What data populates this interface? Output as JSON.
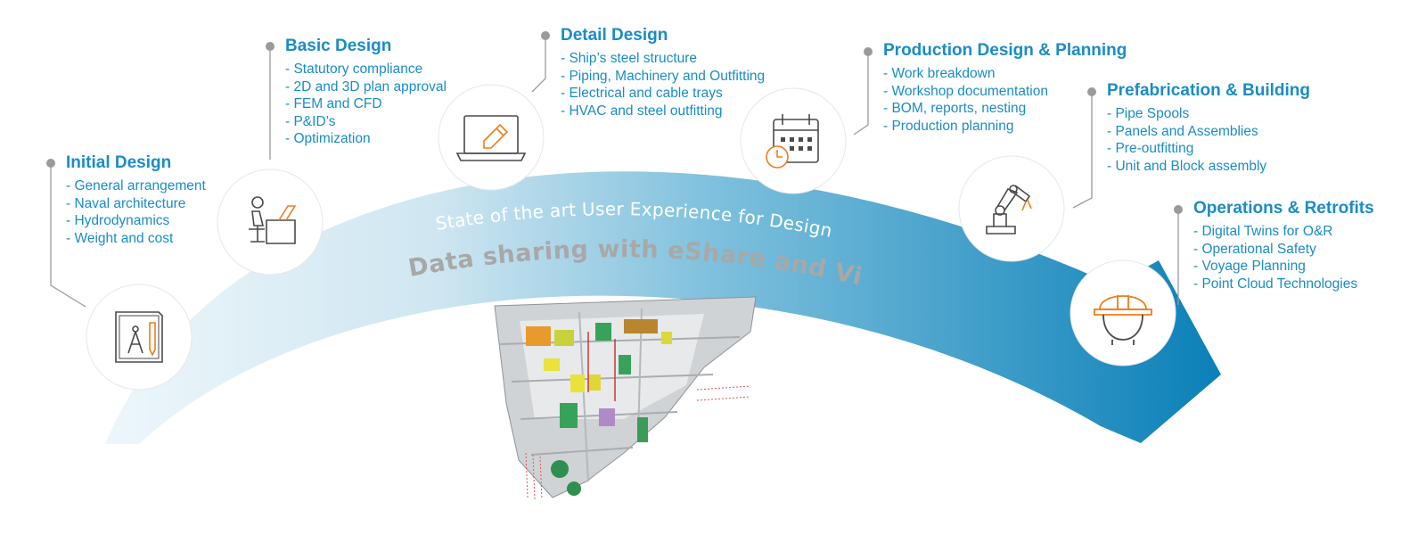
{
  "banner": {
    "tagline": "State of the art User Experience for Design",
    "subtitle": "Data sharing with eShare and Viewer"
  },
  "stages": [
    {
      "title": "Initial Design",
      "items": [
        "- General arrangement",
        "- Naval architecture",
        "- Hydrodynamics",
        "- Weight and cost"
      ],
      "icon": "blueprint-compass-icon"
    },
    {
      "title": "Basic Design",
      "items": [
        "- Statutory compliance",
        "- 2D and 3D plan approval",
        "- FEM and CFD",
        "- P&ID’s",
        "- Optimization"
      ],
      "icon": "designer-desk-icon"
    },
    {
      "title": "Detail Design",
      "items": [
        "- Ship’s steel structure",
        "- Piping, Machinery and Outfitting",
        "- Electrical and cable trays",
        "- HVAC and steel outfitting"
      ],
      "icon": "laptop-pencil-icon"
    },
    {
      "title": "Production Design & Planning",
      "items": [
        "- Work breakdown",
        "- Workshop documentation",
        "- BOM, reports, nesting",
        "- Production planning"
      ],
      "icon": "calendar-clock-icon"
    },
    {
      "title": "Prefabrication & Building",
      "items": [
        "- Pipe Spools",
        "- Panels and Assemblies",
        "- Pre-outfitting",
        "- Unit and Block assembly"
      ],
      "icon": "robot-arm-icon"
    },
    {
      "title": "Operations & Retrofits",
      "items": [
        "- Digital Twins for O&R",
        "- Operational Safety",
        "- Voyage Planning",
        "- Point Cloud Technologies"
      ],
      "icon": "hard-hat-icon"
    }
  ],
  "colors": {
    "accent": "#1a8cc6",
    "icon_orange": "#f07c1a",
    "icon_gray": "#4a4a4a",
    "arrow_light": "#d3eaf4",
    "arrow_dark": "#0a80b8",
    "connector_gray": "#9a9a9a"
  }
}
